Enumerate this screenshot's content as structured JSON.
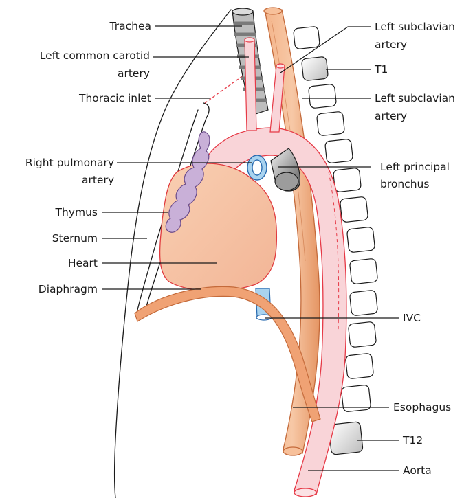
{
  "labels": {
    "trachea": "Trachea",
    "left_common_carotid_1": "Left common carotid",
    "left_common_carotid_2": "artery",
    "thoracic_inlet": "Thoracic inlet",
    "right_pulmonary_1": "Right pulmonary",
    "right_pulmonary_2": "artery",
    "thymus": "Thymus",
    "sternum": "Sternum",
    "heart": "Heart",
    "diaphragm": "Diaphragm",
    "left_subclavian_top_1": "Left subclavian",
    "left_subclavian_top_2": "artery",
    "t1": "T1",
    "left_subclavian_2_1": "Left subclavian",
    "left_subclavian_2_2": "artery",
    "left_principal_1": "Left principal",
    "left_principal_2": "bronchus",
    "ivc": "IVC",
    "esophagus": "Esophagus",
    "t12": "T12",
    "aorta": "Aorta"
  },
  "colors": {
    "aorta_fill": "#f9d4d8",
    "aorta_stroke": "#e63946",
    "heart_fill": "#f6c4a7",
    "heart_stroke": "#e03a3e",
    "esophagus_fill": "#f0a274",
    "esophagus_stroke": "#c46a3a",
    "trachea_gray": "#8a8a8a",
    "thymus_fill": "#c9b0d8",
    "ivc_fill": "#a9d3ef",
    "vertebra_fill": "#e2e2e2"
  }
}
